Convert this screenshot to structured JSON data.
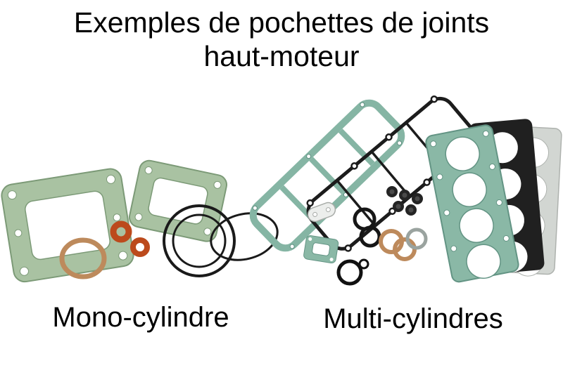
{
  "title": {
    "line1": "Exemples de pochettes de joints",
    "line2": "haut-moteur"
  },
  "examples": [
    {
      "id": "mono",
      "label": "Mono-cylindre",
      "illustration": "mono-cylinder-gasket-set-photo"
    },
    {
      "id": "multi",
      "label": "Multi-cylindres",
      "illustration": "multi-cylinder-gasket-set-photo"
    }
  ],
  "colors": {
    "background": "#ffffff",
    "text": "#000000",
    "gasket_paper_green": "#a9c2a2",
    "gasket_teal": "#8ab8a6",
    "copper": "#bd8a5c",
    "orange_washer": "#bc4a1c",
    "rubber_black": "#1a1a1a",
    "gasket_gray": "#d2d6d2"
  }
}
